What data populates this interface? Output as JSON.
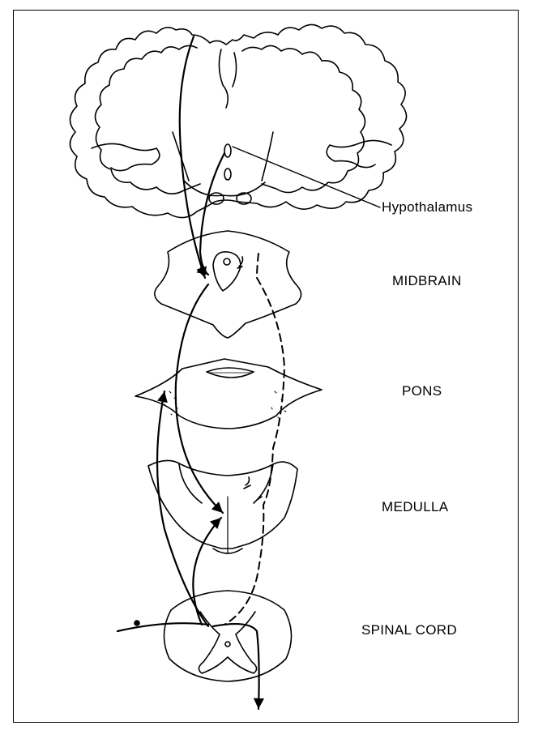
{
  "labels": {
    "hypothalamus": "Hypothalamus",
    "midbrain": "MIDBRAIN",
    "pons": "PONS",
    "medulla": "MEDULLA",
    "spinal_cord": "SPINAL CORD"
  },
  "colors": {
    "line": "#000000",
    "background": "#ffffff"
  }
}
